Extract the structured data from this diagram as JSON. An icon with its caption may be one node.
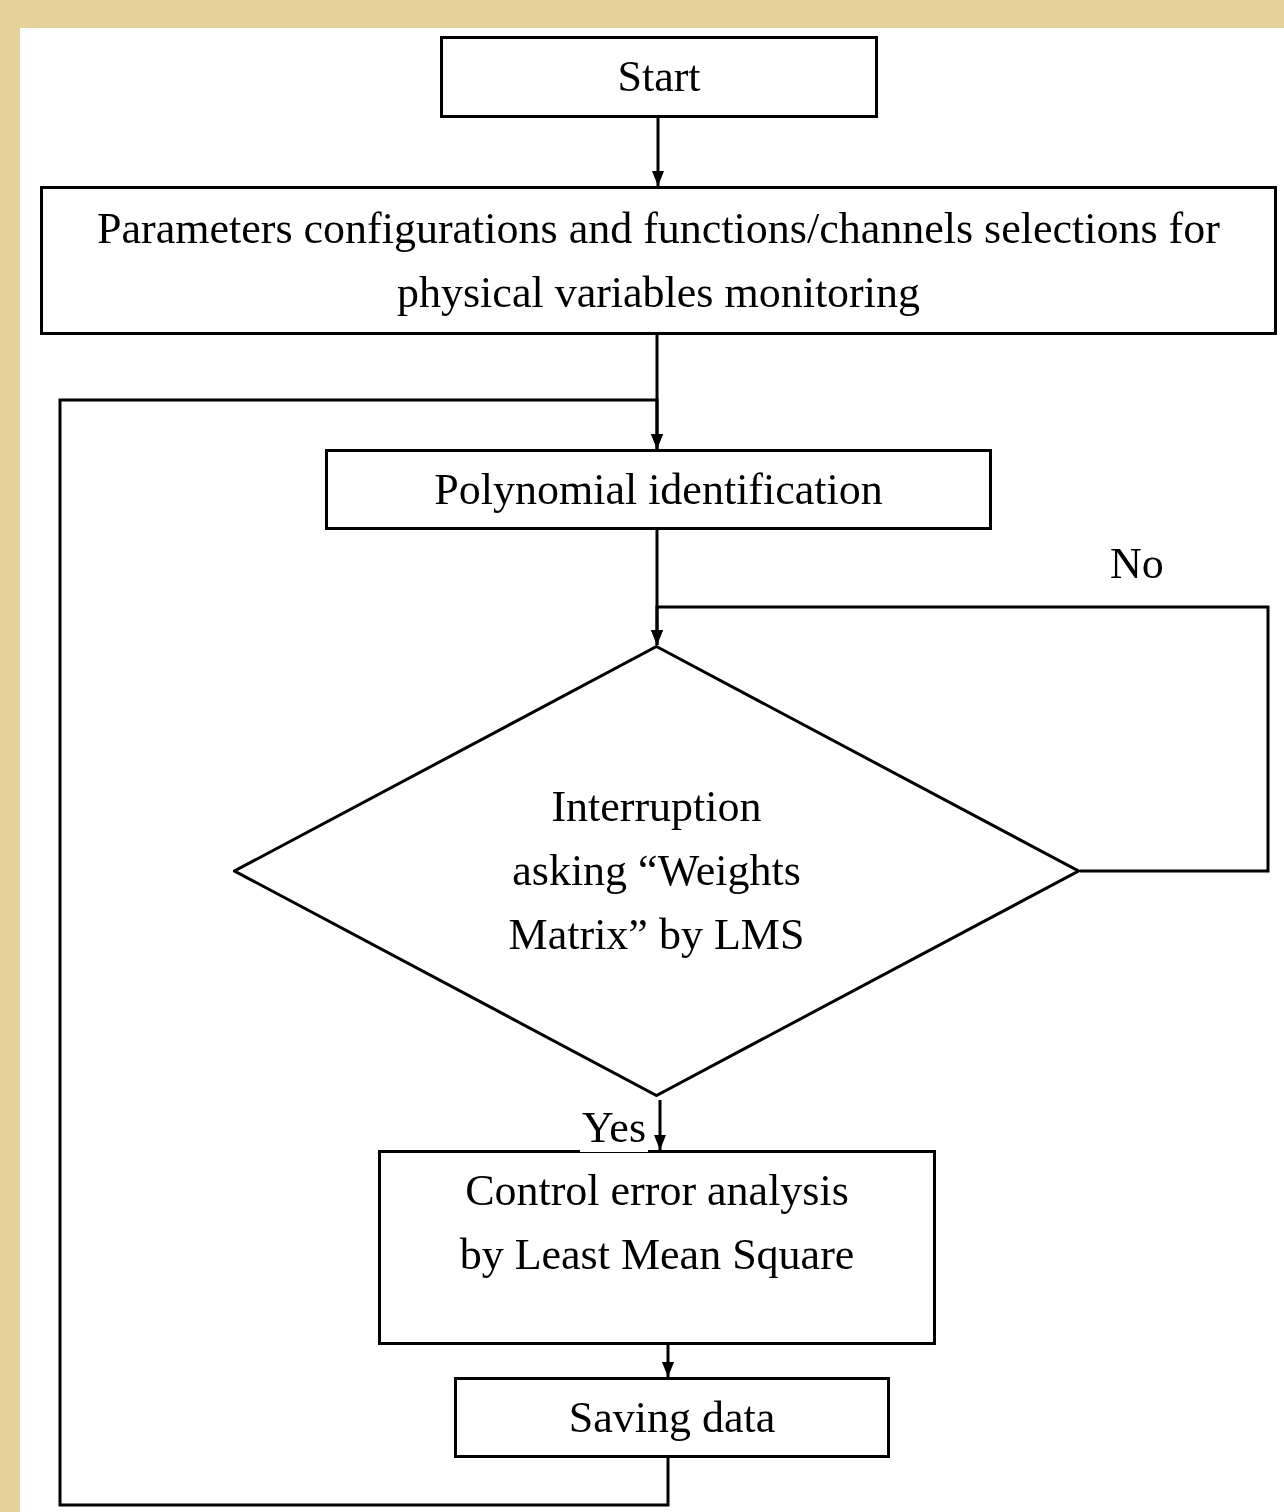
{
  "diagram": {
    "nodes": [
      {
        "text": [
          "Start"
        ]
      },
      {
        "text": [
          "Parameters configurations and functions/channels selections for physical variables monitoring"
        ]
      },
      {
        "text": [
          "Polynomial identification"
        ]
      },
      {
        "text": [
          "Interruption asking “Weights Matrix” by LMS"
        ]
      },
      {
        "text": [
          "Control error analysis by Least Mean Square"
        ]
      },
      {
        "text": [
          "Saving data"
        ]
      }
    ],
    "edges": [
      {
        "from": 0,
        "to": 1,
        "arrow": "to"
      },
      {
        "from": 1,
        "to": 2,
        "arrow": "to"
      },
      {
        "from": 2,
        "to": 3,
        "arrow": "to"
      },
      {
        "from": 3,
        "to": 3,
        "arrow": "to",
        "label": "No"
      },
      {
        "from": 3,
        "to": 4,
        "arrow": "to",
        "label": "Yes"
      },
      {
        "from": 4,
        "to": 5,
        "arrow": "to"
      },
      {
        "from": 5,
        "to": 2,
        "arrow": "to"
      }
    ]
  }
}
